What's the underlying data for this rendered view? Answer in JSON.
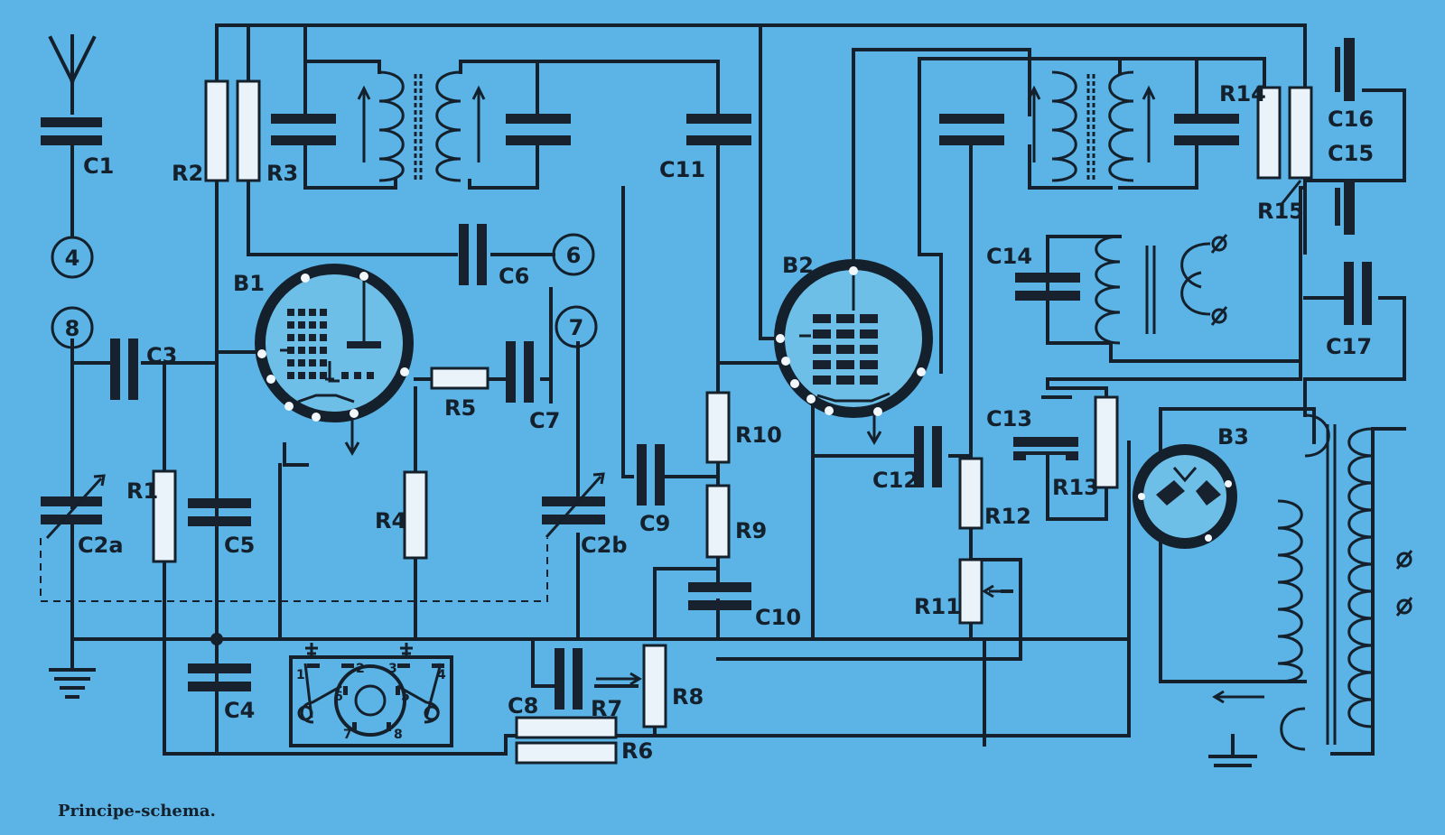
{
  "caption": "Principe-schema.",
  "terminals": {
    "t4": "4",
    "t6": "6",
    "t7": "7",
    "t8": "8"
  },
  "tubes": {
    "b1": "B1",
    "b2": "B2",
    "b3": "B3"
  },
  "capacitors": {
    "c1": "C1",
    "c2a": "C2a",
    "c2b": "C2b",
    "c3": "C3",
    "c4": "C4",
    "c5": "C5",
    "c6": "C6",
    "c7": "C7",
    "c8": "C8",
    "c9": "C9",
    "c10": "C10",
    "c11": "C11",
    "c12": "C12",
    "c13": "C13",
    "c14": "C14",
    "c15": "C15",
    "c16": "C16",
    "c17": "C17"
  },
  "resistors": {
    "r1": "R1",
    "r2": "R2",
    "r3": "R3",
    "r4": "R4",
    "r5": "R5",
    "r6": "R6",
    "r7": "R7",
    "r8": "R8",
    "r9": "R9",
    "r10": "R10",
    "r11": "R11",
    "r12": "R12",
    "r13": "R13",
    "r14": "R14",
    "r15": "R15"
  },
  "socket_pins": {
    "p1": "1",
    "p2": "2",
    "p3": "3",
    "p4": "4",
    "p5": "5",
    "p6": "6",
    "p7": "7",
    "p8": "8"
  },
  "colors": {
    "paper": "#5cb4e6",
    "ink": "#14202c"
  }
}
